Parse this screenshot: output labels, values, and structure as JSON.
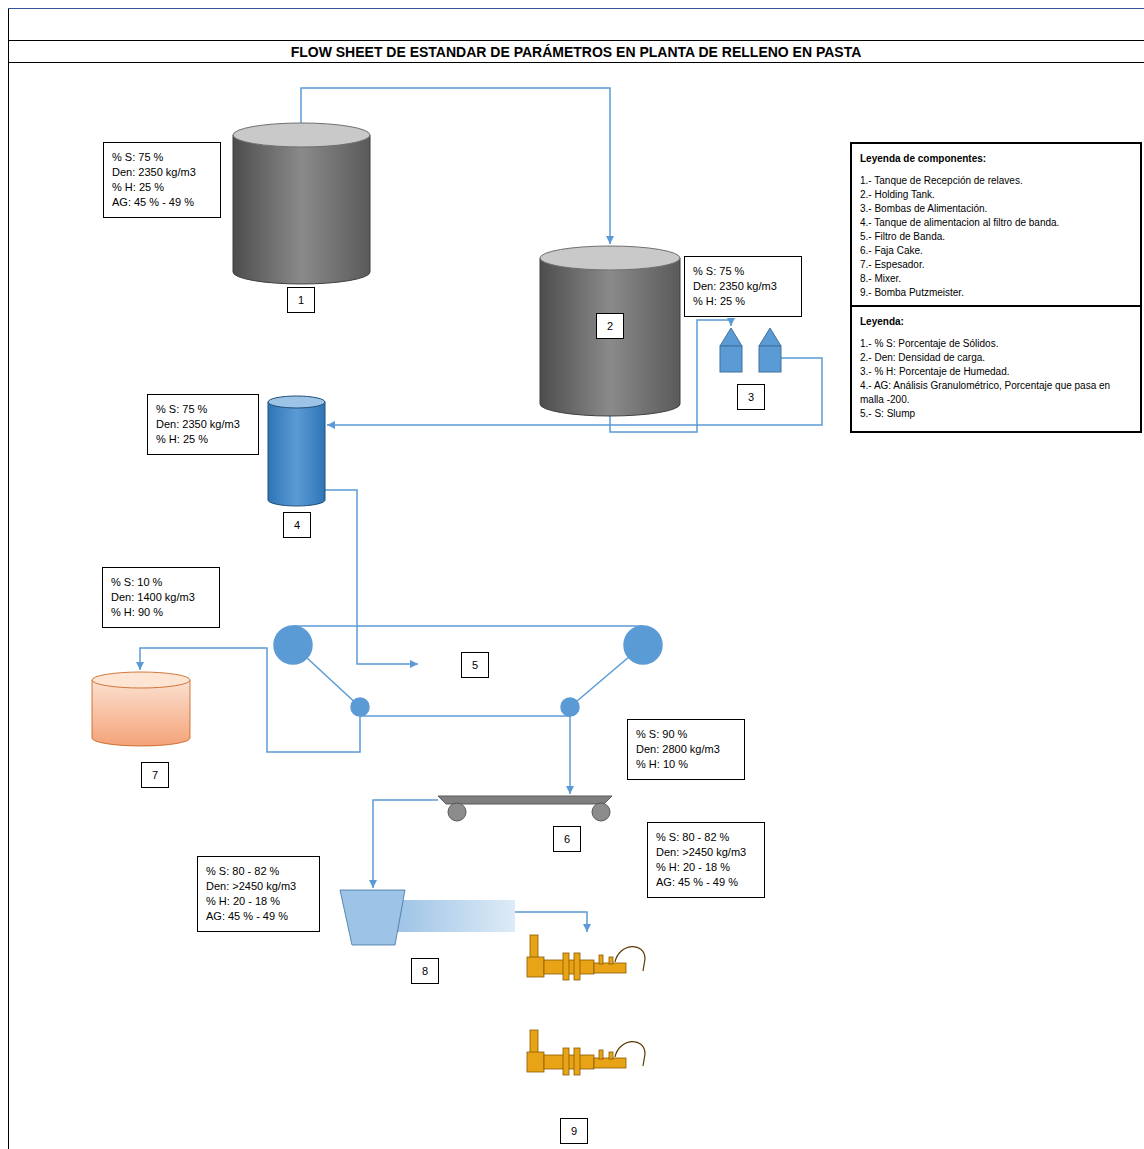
{
  "diagram": {
    "title": "FLOW SHEET DE ESTANDAR DE PARÁMETROS EN PLANTA DE RELLENO EN PASTA",
    "nodes": [
      {
        "text": [
          "% S: 75 %",
          "Den: 2350 kg/m3",
          "% H: 25 %",
          "AG: 45 % - 49 %"
        ]
      },
      {
        "text": [
          "Leyenda de componentes:",
          "1.- Tanque de Recepción de relaves.",
          "2.- Holding Tank.",
          "3.- Bombas de Alimentación.",
          "4.- Tanque de alimentacion al filtro de banda.",
          "5.- Filtro de Banda.",
          "6.- Faja Cake.",
          "7.- Espesador.",
          "8.- Mixer.",
          "9.- Bomba Putzmeister."
        ]
      },
      {
        "text": [
          "1"
        ]
      },
      {
        "text": [
          "% S: 75 %",
          "Den: 2350 kg/m3",
          "% H: 25 %"
        ]
      },
      {
        "text": [
          "2"
        ]
      },
      {
        "text": [
          "Leyenda:",
          "1.- % S: Porcentaje de Sólidos.",
          "2.- Den: Densidad de carga.",
          "3.- % H: Porcentaje de Humedad.",
          "4.- AG: Análisis Granulométrico, Porcentaje que pasa en malla -200.",
          "5.- S: Slump"
        ]
      },
      {
        "text": [
          "3"
        ]
      },
      {
        "text": [
          "% S: 75 %",
          "Den: 2350 kg/m3",
          "% H: 25 %"
        ]
      },
      {
        "text": [
          "4"
        ]
      },
      {
        "text": [
          "% S: 10 %",
          "Den: 1400 kg/m3",
          "% H: 90 %"
        ]
      },
      {
        "text": [
          "5"
        ]
      },
      {
        "text": [
          "7"
        ]
      },
      {
        "text": [
          "% S: 90 %",
          "Den: 2800 kg/m3",
          "% H: 10 %"
        ]
      },
      {
        "text": [
          "6"
        ]
      },
      {
        "text": [
          "% S: 80 - 82 %",
          "Den: >2450 kg/m3",
          "% H: 20 - 18 %",
          "AG: 45 % - 49 %"
        ]
      },
      {
        "text": [
          "8"
        ]
      },
      {
        "text": [
          "% S: 80 - 82 %",
          "Den: >2450 kg/m3",
          "% H: 20 - 18 %",
          "AG: 45 % - 49 %"
        ]
      },
      {
        "text": [
          "9"
        ]
      }
    ]
  }
}
